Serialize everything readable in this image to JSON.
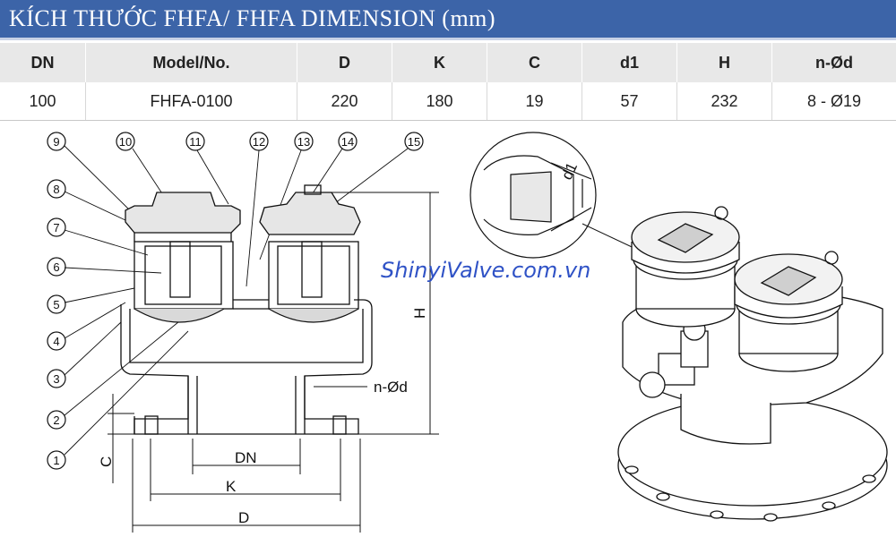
{
  "title": "KÍCH THƯỚC FHFA/ FHFA DIMENSION (mm)",
  "table": {
    "headers": [
      "DN",
      "Model/No.",
      "D",
      "K",
      "C",
      "d1",
      "H",
      "n-Ød"
    ],
    "rows": [
      [
        "100",
        "FHFA-0100",
        "220",
        "180",
        "19",
        "57",
        "232",
        "8 - Ø19"
      ]
    ]
  },
  "drawing": {
    "part_numbers": [
      "1",
      "2",
      "3",
      "4",
      "5",
      "6",
      "7",
      "8",
      "9",
      "10",
      "11",
      "12",
      "13",
      "14",
      "15"
    ],
    "dimension_labels": {
      "H": "H",
      "nod": "n-Ød",
      "dn": "DN",
      "k": "K",
      "d": "D",
      "c": "C",
      "d1": "d1"
    },
    "watermark": "ShinyiValve.com.vn"
  },
  "colors": {
    "title_bar": "#3c64a8",
    "header_bg": "#e8e8e8",
    "watermark": "#2f52c6"
  }
}
